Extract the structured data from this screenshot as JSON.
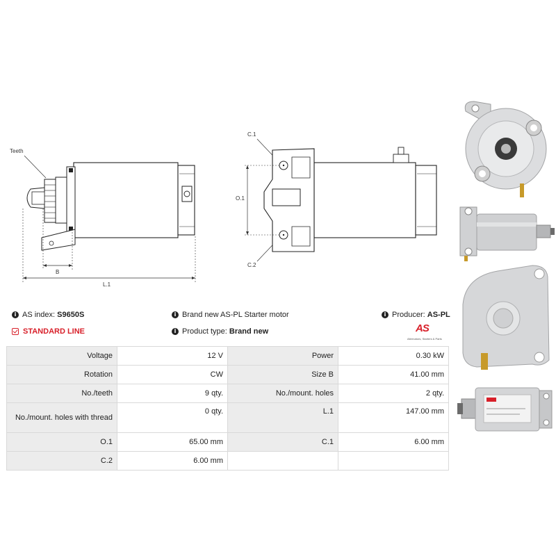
{
  "diagram": {
    "teeth_label": "Teeth",
    "b_label": "B",
    "l1_label": "L.1",
    "c1_label": "C.1",
    "c2_label": "C.2",
    "o1_label": "O.1"
  },
  "info": {
    "as_index_label": "AS index:",
    "as_index_value": "S9650S",
    "description": "Brand new AS-PL Starter motor",
    "producer_label": "Producer:",
    "producer_value": "AS-PL",
    "line": "STANDARD LINE",
    "product_type_label": "Product type:",
    "product_type_value": "Brand new"
  },
  "logo": {
    "text": "AS",
    "tagline": "Alternators, Starters & Parts"
  },
  "specs": [
    {
      "l1": "Voltage",
      "v1": "12 V",
      "l2": "Power",
      "v2": "0.30 kW"
    },
    {
      "l1": "Rotation",
      "v1": "CW",
      "l2": "Size B",
      "v2": "41.00 mm"
    },
    {
      "l1": "No./teeth",
      "v1": "9 qty.",
      "l2": "No./mount. holes",
      "v2": "2 qty."
    },
    {
      "l1": "No./mount. holes with thread",
      "v1": "0 qty.",
      "l2": "L.1",
      "v2": "147.00 mm"
    },
    {
      "l1": "O.1",
      "v1": "65.00 mm",
      "l2": "C.1",
      "v2": "6.00 mm"
    },
    {
      "l1": "C.2",
      "v1": "6.00 mm",
      "l2": "",
      "v2": ""
    }
  ],
  "colors": {
    "accent": "#d8202a",
    "label_bg": "#ececec",
    "border": "#d9d9d9"
  }
}
